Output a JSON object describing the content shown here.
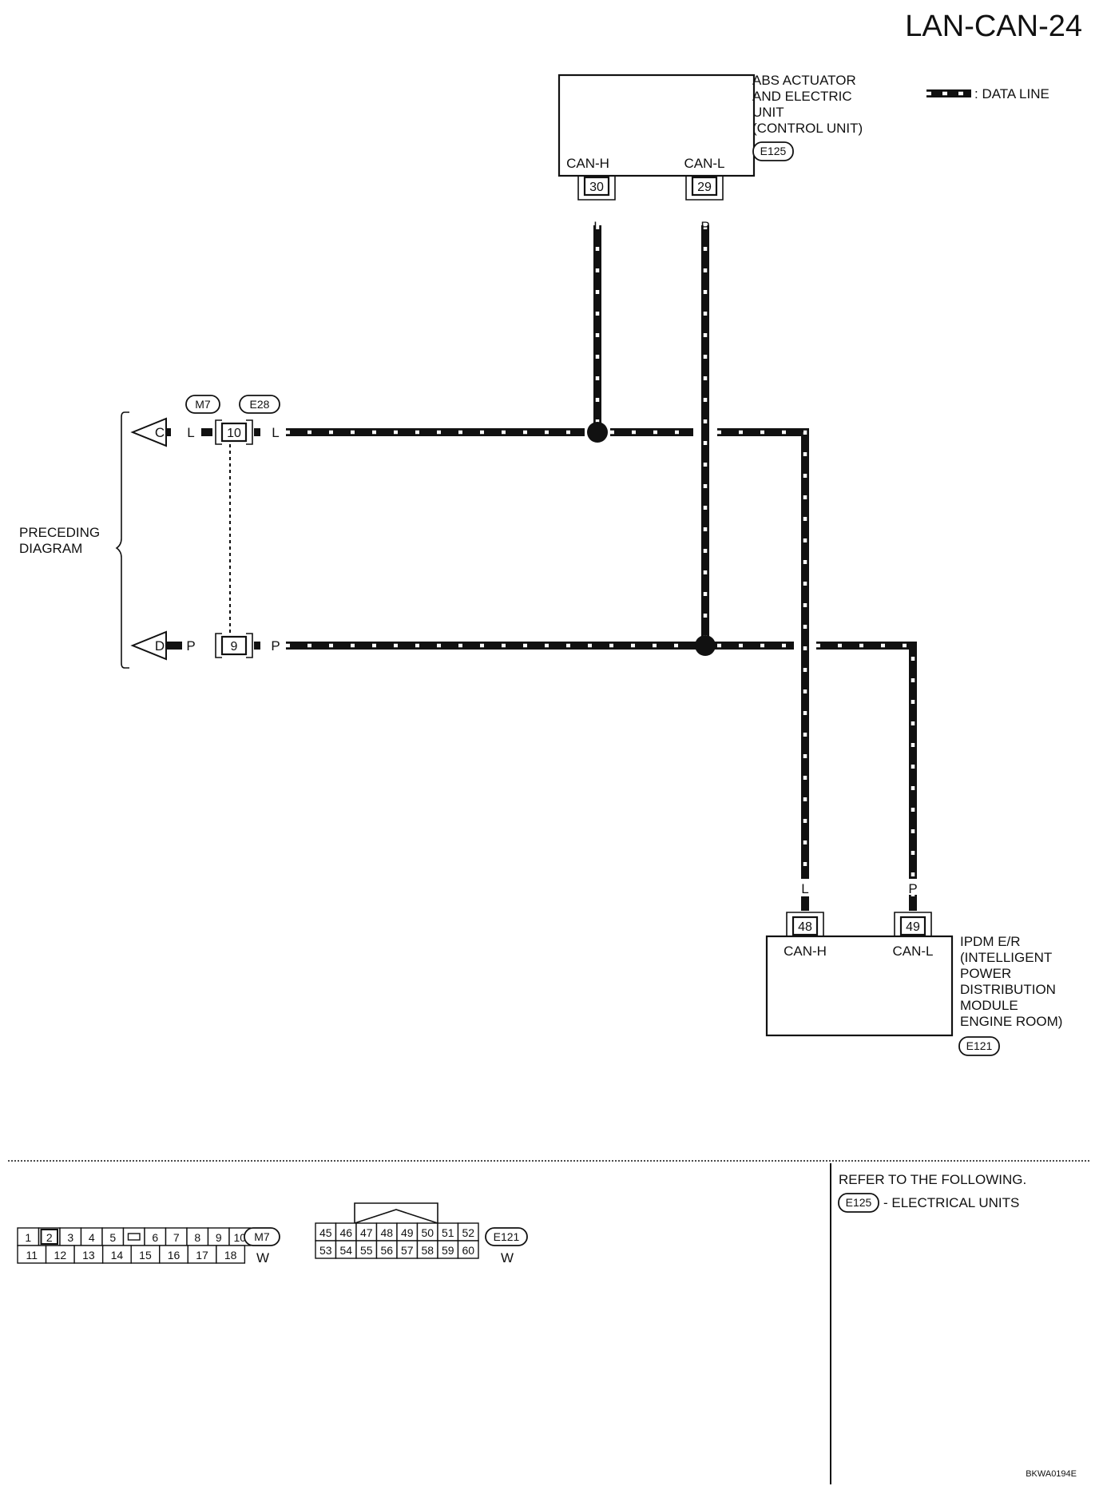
{
  "page": {
    "title": "LAN-CAN-24",
    "footer_code": "BKWA0194E"
  },
  "legend": {
    "data_line": ": DATA LINE"
  },
  "abs_unit": {
    "lines": [
      "ABS ACTUATOR",
      "AND ELECTRIC",
      "UNIT",
      "(CONTROL UNIT)"
    ],
    "connector": "E125",
    "pin_h_label": "CAN-H",
    "pin_l_label": "CAN-L",
    "pin_h": "30",
    "pin_l": "29",
    "wire_h_color": "L",
    "wire_l_color": "P"
  },
  "ipdm_unit": {
    "lines": [
      "IPDM E/R",
      "(INTELLIGENT",
      "POWER",
      "DISTRIBUTION",
      "MODULE",
      "ENGINE ROOM)"
    ],
    "connector": "E121",
    "pin_h_label": "CAN-H",
    "pin_l_label": "CAN-L",
    "pin_h": "48",
    "pin_l": "49",
    "wire_h_color": "L",
    "wire_l_color": "P"
  },
  "junction": {
    "connector_left": "M7",
    "connector_right": "E28",
    "pin_h": "10",
    "pin_l": "9",
    "arrow_h": "C",
    "arrow_l": "D",
    "wire_h_color": "L",
    "wire_l_color": "P"
  },
  "preceding": {
    "lines": [
      "PRECEDING",
      "DIAGRAM"
    ]
  },
  "refer": {
    "text": "REFER TO THE FOLLOWING.",
    "connector": "E125",
    "note": "- ELECTRICAL UNITS"
  },
  "connector_m7": {
    "name": "M7",
    "color": "W",
    "row1": [
      "1",
      "2",
      "3",
      "4",
      "5",
      "",
      "6",
      "7",
      "8",
      "9",
      "10"
    ],
    "row2": [
      "11",
      "12",
      "13",
      "14",
      "15",
      "16",
      "17",
      "18"
    ]
  },
  "connector_e121": {
    "name": "E121",
    "color": "W",
    "row1": [
      "45",
      "46",
      "47",
      "48",
      "49",
      "50",
      "51",
      "52"
    ],
    "row2": [
      "53",
      "54",
      "55",
      "56",
      "57",
      "58",
      "59",
      "60"
    ]
  },
  "colors": {
    "ink": "#111111",
    "paper": "#ffffff"
  }
}
